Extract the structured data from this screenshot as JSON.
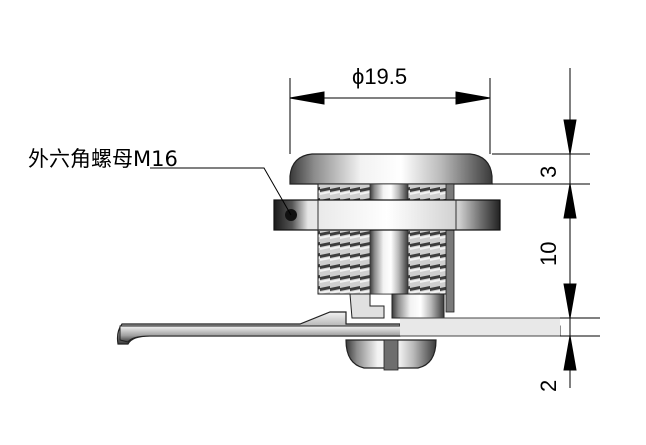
{
  "diagram": {
    "callout_label": "外六角螺母M16",
    "dimensions": {
      "diameter": "ϕ19.5",
      "flange_height": "3",
      "thread_length": "10",
      "lever_thickness": "2"
    }
  }
}
